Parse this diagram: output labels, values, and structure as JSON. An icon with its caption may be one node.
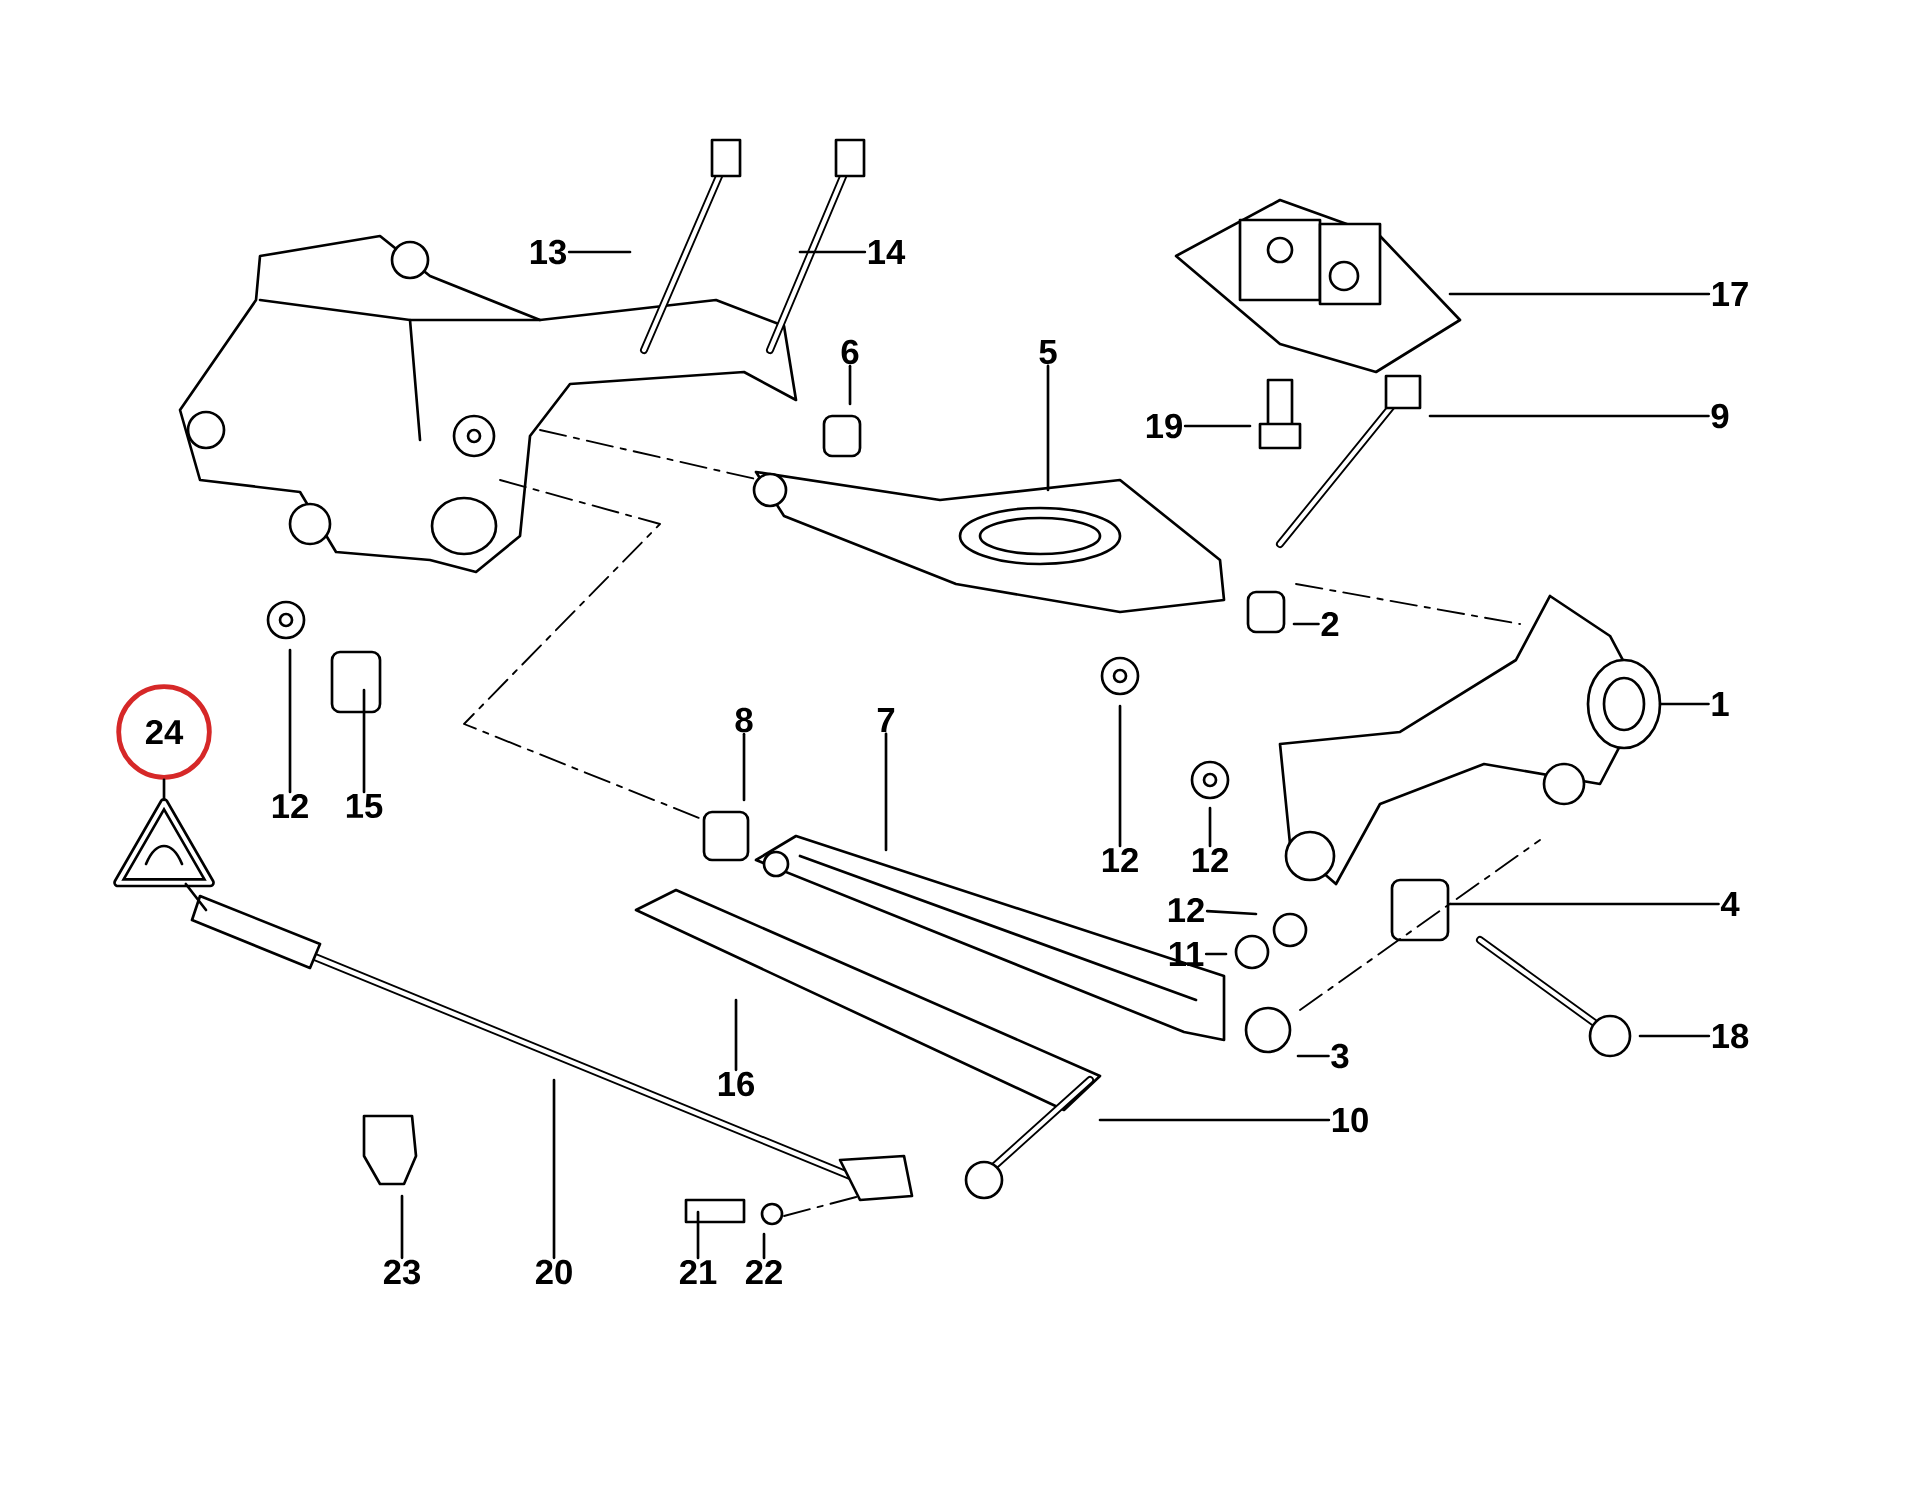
{
  "diagram": {
    "nodes": [
      {
        "text": [
          "13"
        ]
      },
      {
        "text": [
          "14"
        ]
      },
      {
        "text": [
          "17"
        ]
      },
      {
        "text": [
          "6"
        ]
      },
      {
        "text": [
          "5"
        ]
      },
      {
        "text": [
          "9"
        ]
      },
      {
        "text": [
          "19"
        ]
      },
      {
        "text": [
          "2"
        ]
      },
      {
        "text": [
          "1"
        ]
      },
      {
        "text": [
          "24"
        ]
      },
      {
        "text": [
          "12"
        ]
      },
      {
        "text": [
          "15"
        ]
      },
      {
        "text": [
          "8"
        ]
      },
      {
        "text": [
          "7"
        ]
      },
      {
        "text": [
          "12"
        ]
      },
      {
        "text": [
          "12"
        ]
      },
      {
        "text": [],
        "shape": "picture"
      },
      {
        "text": [
          "4"
        ]
      },
      {
        "text": [
          "12"
        ]
      },
      {
        "text": [
          "11"
        ]
      },
      {
        "text": [
          "18"
        ]
      },
      {
        "text": [
          "3"
        ]
      },
      {
        "text": [
          "16"
        ]
      },
      {
        "text": [
          "10"
        ]
      },
      {
        "text": [
          "23"
        ]
      },
      {
        "text": [
          "20"
        ]
      },
      {
        "text": [
          "21"
        ]
      },
      {
        "text": [
          "22"
        ]
      }
    ],
    "edges": [
      {
        "from": 0,
        "to": null,
        "arrow": "none"
      },
      {
        "from": 1,
        "to": null,
        "arrow": "none"
      },
      {
        "from": 2,
        "to": null,
        "arrow": "none"
      },
      {
        "from": 3,
        "to": null,
        "arrow": "none"
      },
      {
        "from": 4,
        "to": null,
        "arrow": "none"
      },
      {
        "from": 5,
        "to": null,
        "arrow": "none"
      },
      {
        "from": 6,
        "to": null,
        "arrow": "none"
      },
      {
        "from": 7,
        "to": null,
        "arrow": "none"
      },
      {
        "from": 8,
        "to": null,
        "arrow": "none"
      },
      {
        "from": 9,
        "to": 16,
        "arrow": "none"
      },
      {
        "from": 10,
        "to": null,
        "arrow": "none"
      },
      {
        "from": 11,
        "to": null,
        "arrow": "none"
      },
      {
        "from": 12,
        "to": null,
        "arrow": "none"
      },
      {
        "from": 13,
        "to": null,
        "arrow": "none"
      },
      {
        "from": 14,
        "to": null,
        "arrow": "none"
      },
      {
        "from": 15,
        "to": null,
        "arrow": "none"
      },
      {
        "from": 16,
        "to": null,
        "arrow": "none"
      },
      {
        "from": 17,
        "to": null,
        "arrow": "none"
      },
      {
        "from": 18,
        "to": null,
        "arrow": "none"
      },
      {
        "from": 19,
        "to": null,
        "arrow": "none"
      },
      {
        "from": 20,
        "to": null,
        "arrow": "none"
      },
      {
        "from": 21,
        "to": null,
        "arrow": "none"
      },
      {
        "from": 22,
        "to": null,
        "arrow": "none"
      },
      {
        "from": 23,
        "to": null,
        "arrow": "none"
      },
      {
        "from": 24,
        "to": null,
        "arrow": "none"
      },
      {
        "from": 25,
        "to": null,
        "arrow": "none"
      },
      {
        "from": 26,
        "to": null,
        "arrow": "none"
      },
      {
        "from": 27,
        "to": null,
        "arrow": "none"
      }
    ]
  }
}
